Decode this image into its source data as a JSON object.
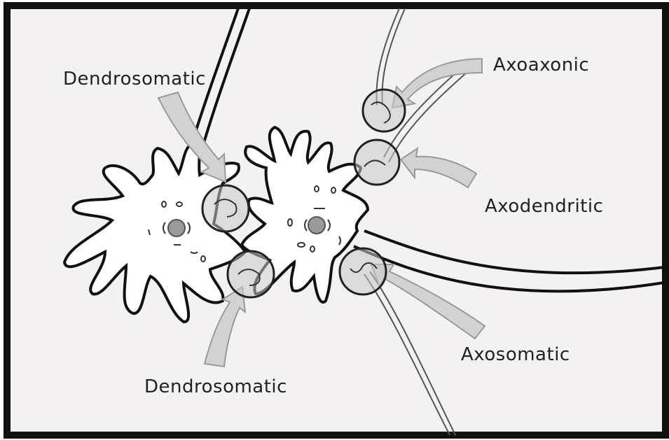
{
  "colors": {
    "background": "#f3f1f1",
    "border": "#111111",
    "cell_fill": "#ffffff",
    "arrow_fill": "#d2d2d2",
    "synapse_fill": "#c8c8c8",
    "nucleus": "#9a9a9a",
    "outline": "#1a1a1a"
  },
  "labels": {
    "dendrosomatic_top": "Dendrosomatic",
    "axoaxonic": "Axoaxonic",
    "axodendritic": "Axodendritic",
    "axosomatic": "Axosomatic",
    "dendrosomatic_bottom": "Dendrosomatic"
  },
  "icons": {
    "synapse": "circle-synapse-icon",
    "arrow": "wide-curved-arrow-icon",
    "neuron": "neuron-icon"
  }
}
